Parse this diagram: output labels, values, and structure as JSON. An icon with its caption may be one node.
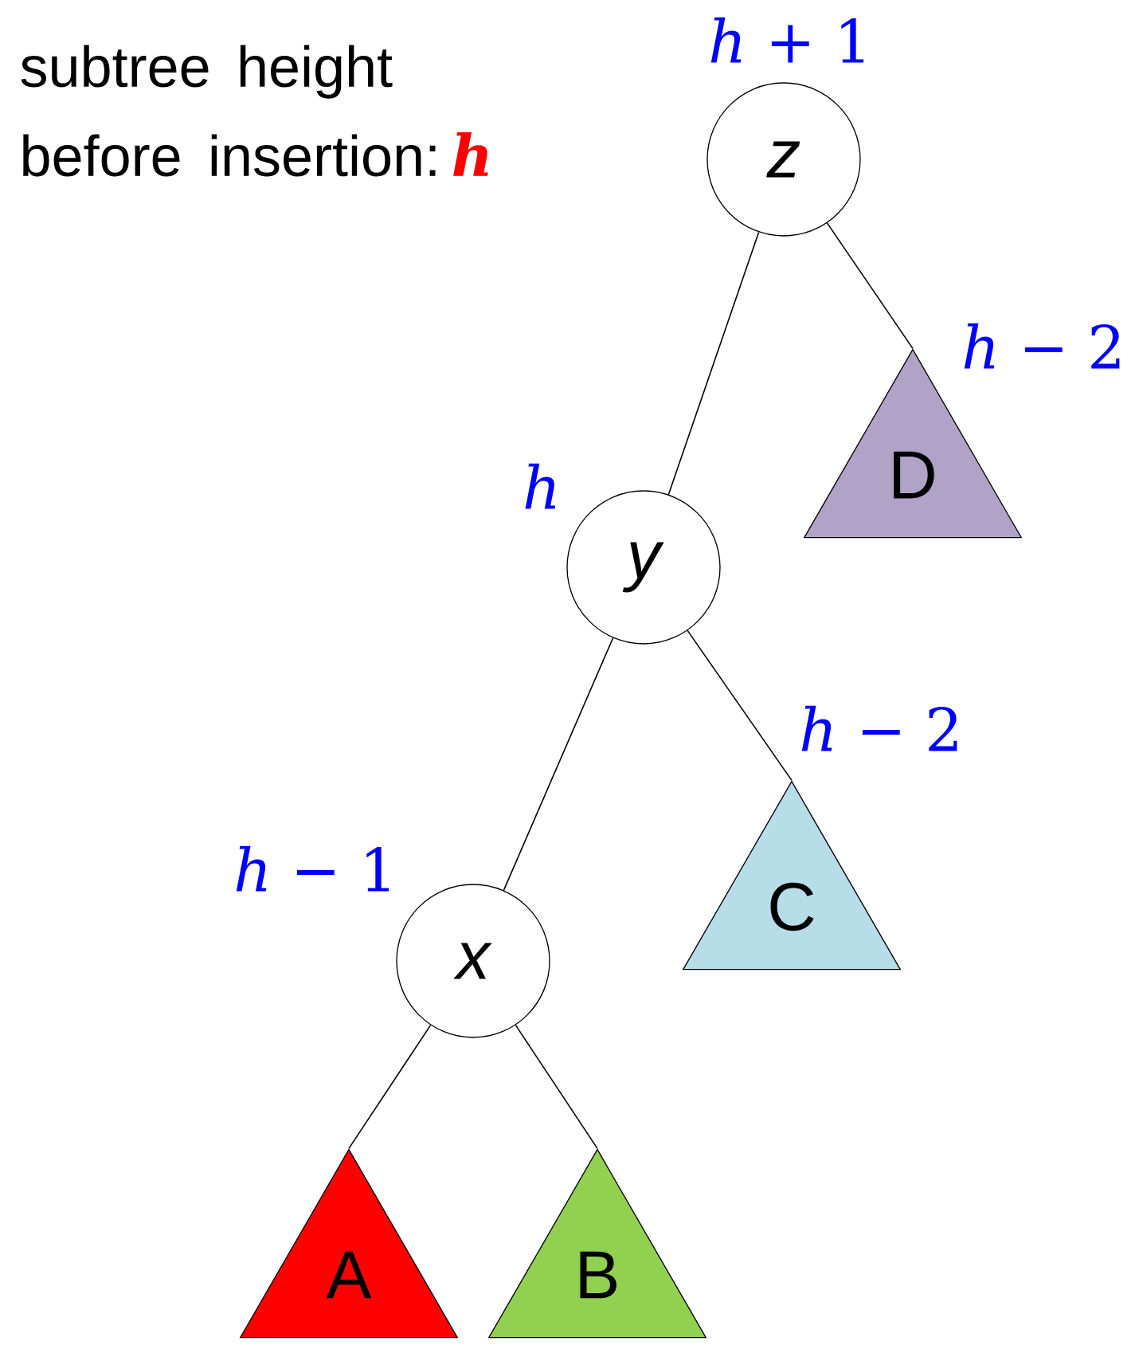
{
  "diagram": {
    "nodes": [
      {
        "text": [
          "z"
        ],
        "beside": [
          "*h* + 1"
        ]
      },
      {
        "text": [
          "D"
        ],
        "beside": [
          "*h* − 2"
        ]
      },
      {
        "text": [
          "y"
        ],
        "beside": [
          "*h*"
        ]
      },
      {
        "text": [
          "C"
        ],
        "beside": [
          "*h* − 2"
        ]
      },
      {
        "text": [
          "x"
        ],
        "beside": [
          "*h* − 1"
        ]
      },
      {
        "text": [
          "A"
        ]
      },
      {
        "text": [
          "B"
        ]
      }
    ],
    "edges": [
      {
        "from": 0,
        "to": 2,
        "arrow": "none"
      },
      {
        "from": 0,
        "to": 1,
        "arrow": "none"
      },
      {
        "from": 2,
        "to": 4,
        "arrow": "none"
      },
      {
        "from": 2,
        "to": 3,
        "arrow": "none"
      },
      {
        "from": 4,
        "to": 5,
        "arrow": "none"
      },
      {
        "from": 4,
        "to": 6,
        "arrow": "none"
      }
    ],
    "labels": [
      "subtree height before insertion:",
      "h"
    ]
  }
}
